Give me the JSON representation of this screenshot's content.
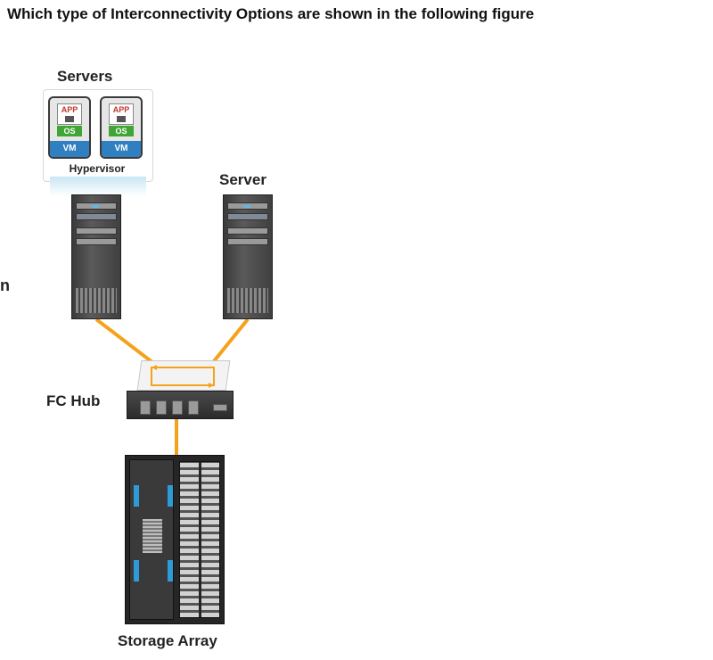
{
  "question": "Which type of Interconnectivity Options are shown in the following figure",
  "stray_mark": "n",
  "labels": {
    "servers": "Servers",
    "hypervisor": "Hypervisor",
    "server": "Server",
    "fc_hub": "FC Hub",
    "storage_array": "Storage Array"
  },
  "vm": {
    "app": "APP",
    "os": "OS",
    "vm": "VM"
  },
  "colors": {
    "link": "#f5a21b",
    "vm_blue": "#2f7fc1",
    "os_green": "#3fa535",
    "app_red": "#c0392b",
    "storage_accent": "#2f9ad8"
  }
}
